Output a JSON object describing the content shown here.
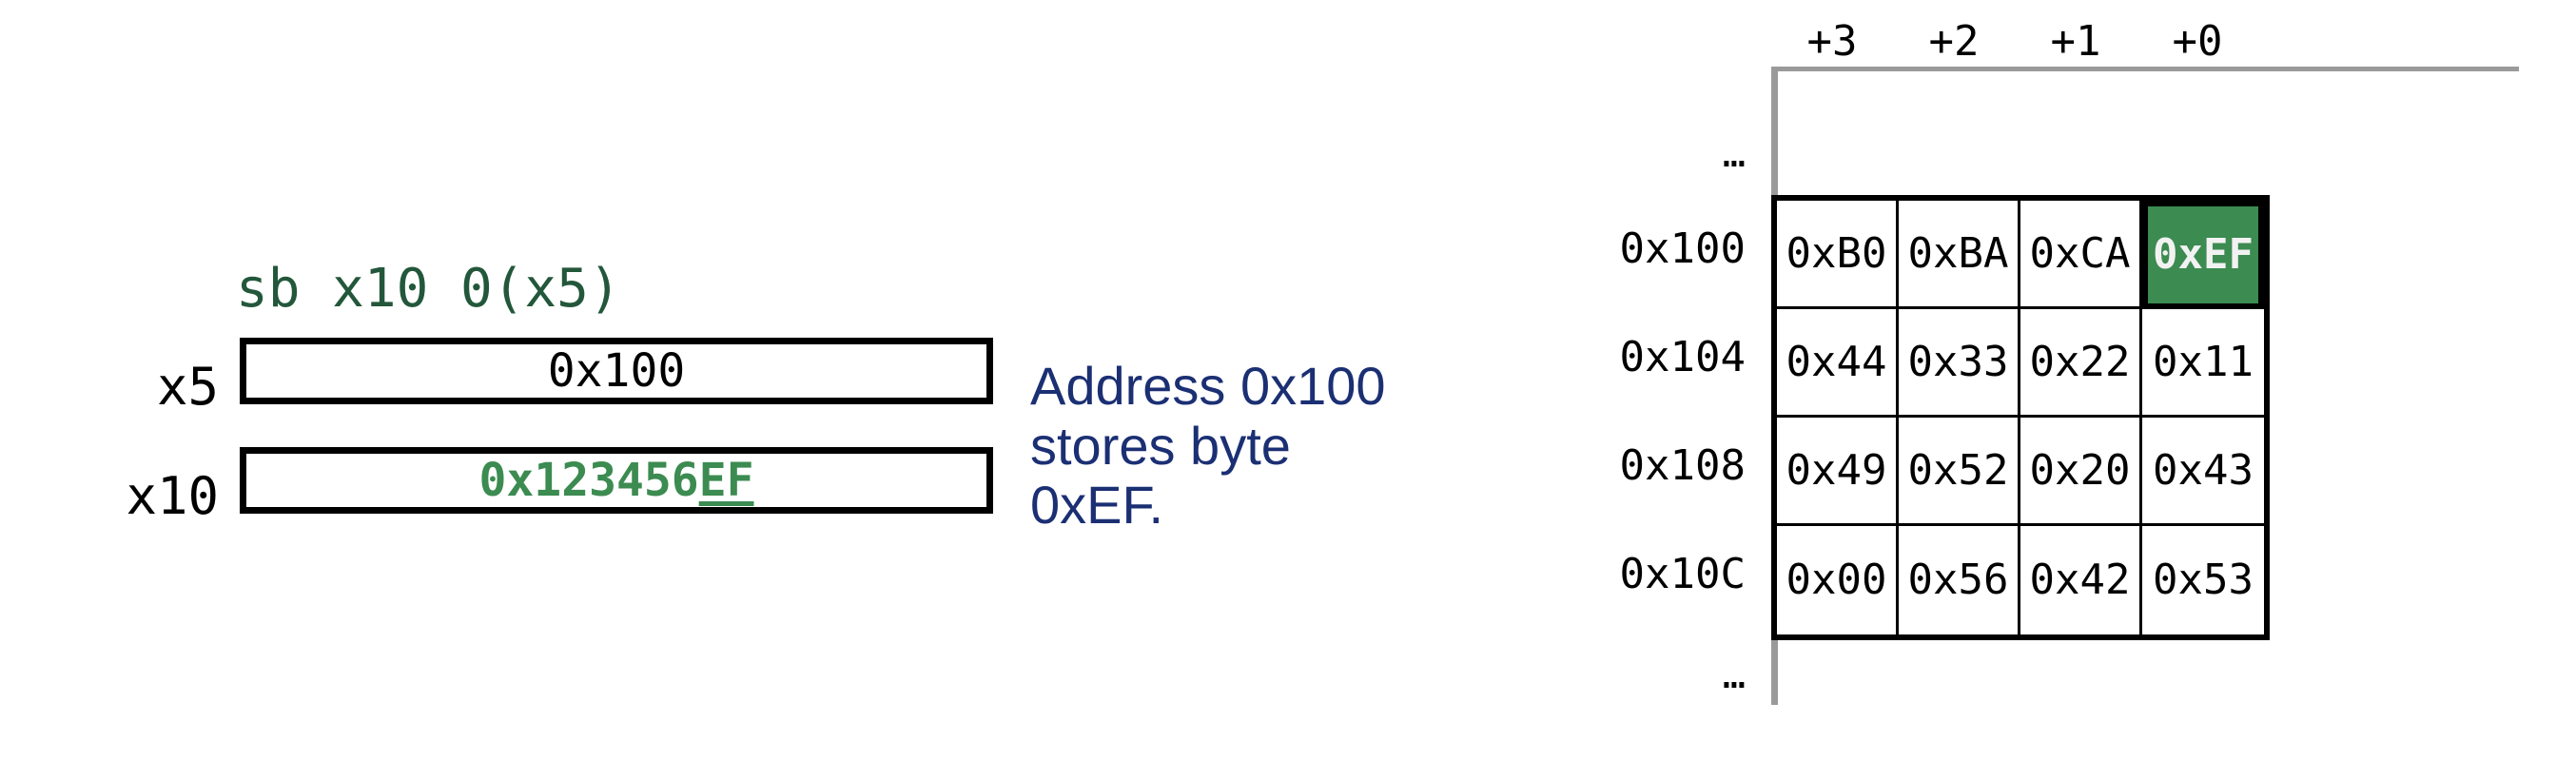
{
  "instruction": {
    "text": "sb x10 0(x5)",
    "color": "#23573b"
  },
  "registers": [
    {
      "name": "x5",
      "label": "x5",
      "value": "0x100",
      "style": "plain"
    },
    {
      "name": "x10",
      "label": "x10",
      "value_prefix": "0x123456",
      "value_suffix": "EF",
      "value": "0x123456EF",
      "style": "green-bold-underline-suffix"
    }
  ],
  "caption": {
    "line1": "Address 0x100",
    "line2": "stores byte",
    "line3": "0xEF.",
    "color": "#1b2f73"
  },
  "memory": {
    "column_headers": [
      "+3",
      "+2",
      "+1",
      "+0"
    ],
    "ellipsis_top": "…",
    "ellipsis_bottom": "…",
    "rows": [
      {
        "address": "0x100",
        "cells": [
          "0xB0",
          "0xBA",
          "0xCA",
          "0xEF"
        ],
        "highlight_index": 3
      },
      {
        "address": "0x104",
        "cells": [
          "0x44",
          "0x33",
          "0x22",
          "0x11"
        ],
        "highlight_index": -1
      },
      {
        "address": "0x108",
        "cells": [
          "0x49",
          "0x52",
          "0x20",
          "0x43"
        ],
        "highlight_index": -1
      },
      {
        "address": "0x10C",
        "cells": [
          "0x00",
          "0x56",
          "0x42",
          "0x53"
        ],
        "highlight_index": -1
      }
    ],
    "highlight_color": "#3c8b51",
    "highlight_text_color": "#f2f2f2",
    "rail_color": "#9a9a9a"
  }
}
